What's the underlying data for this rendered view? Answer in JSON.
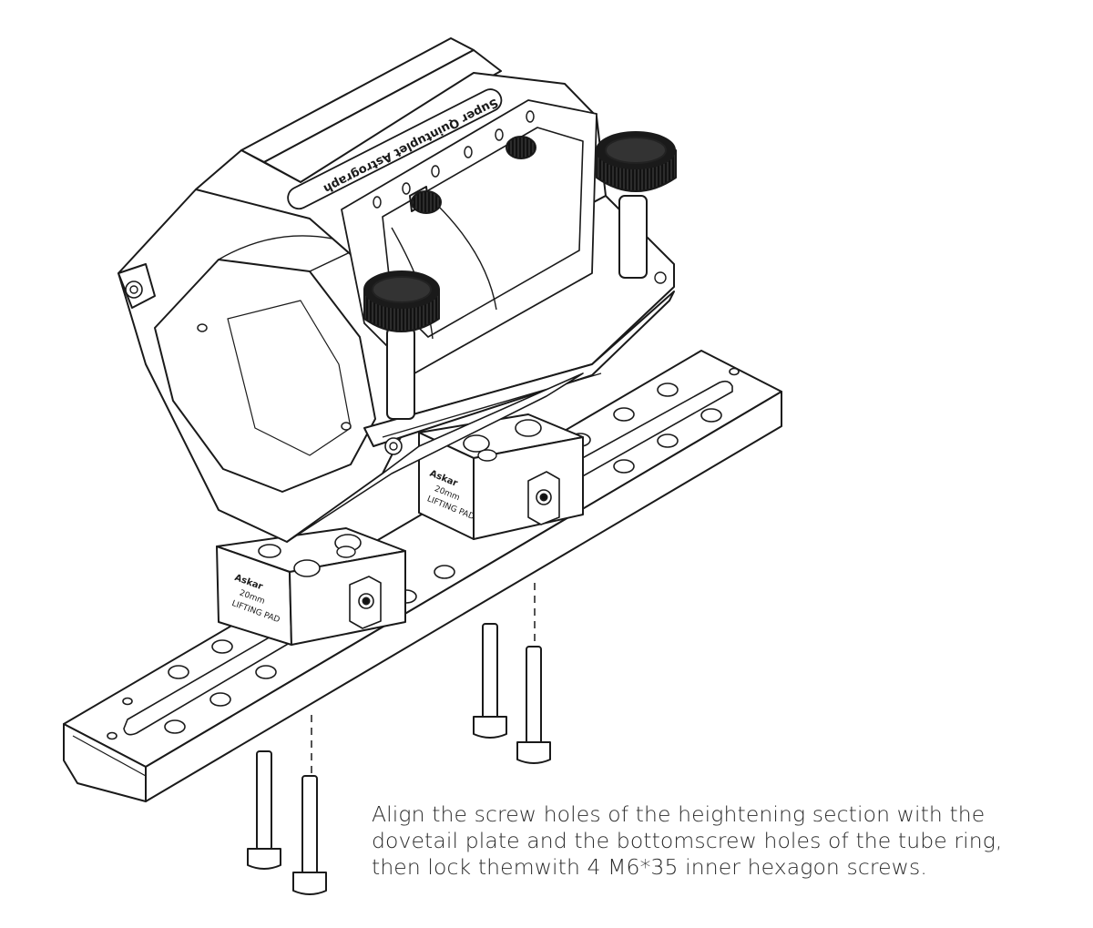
{
  "ring_label": "Super Quintuplet Astrograph",
  "pads": [
    {
      "brand": "Askar",
      "size": "20mm",
      "name": "LIFTING PAD"
    },
    {
      "brand": "Askar",
      "size": "20mm",
      "name": "LIFTING PAD"
    }
  ],
  "instructions": {
    "lines": [
      "Align the screw holes of the heightening section with the",
      "dovetail plate and the bottomscrew holes of the tube ring,",
      "then lock themwith 4 M6*35 inner hexagon screws."
    ]
  },
  "colors": {
    "line": "#1a1a1a",
    "fill": "#ffffff",
    "knob": "#111111",
    "text": "#2b2b2b"
  }
}
